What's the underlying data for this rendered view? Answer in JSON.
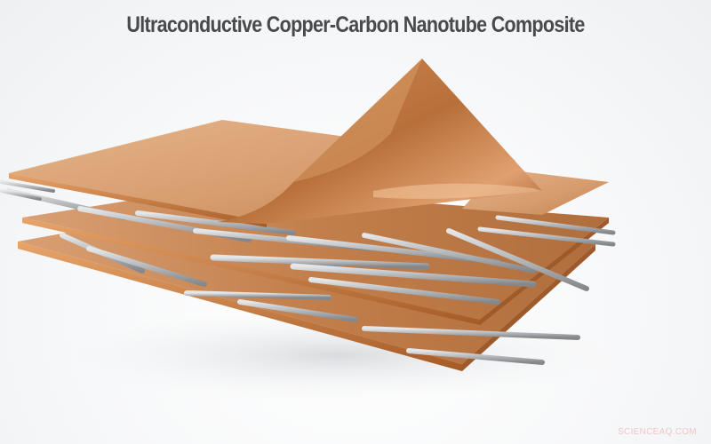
{
  "title": "Ultraconductive Copper-Carbon Nanotube Composite",
  "watermark": "SCIENCEAQ.COM",
  "illustration": {
    "description": "3D render of stacked copper sheets with silver carbon nanotubes sandwiched between layers; top sheet corner peeled up",
    "colors": {
      "copper_light": "#e0a87c",
      "copper_mid": "#c98a5a",
      "copper_dark": "#9a5a2c",
      "nanotube": "#b9bcbf",
      "nanotube_shadow": "#8d9093",
      "background": "#f5f6f7"
    }
  }
}
